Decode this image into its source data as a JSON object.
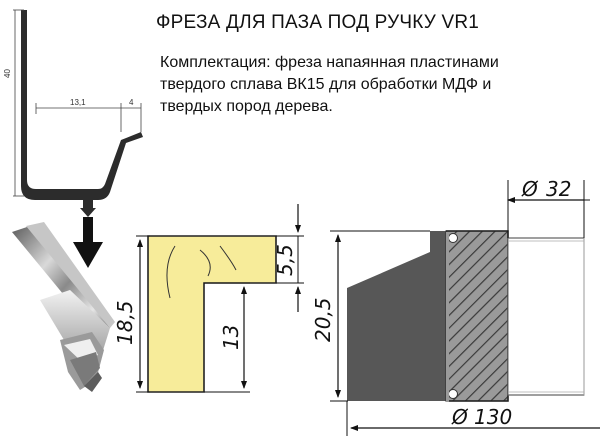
{
  "title": "ФРЕЗА ДЛЯ ПАЗА ПОД РУЧКУ VR1",
  "description": {
    "line1": "Комплектация: фреза напаянная пластинами",
    "line2": "твердого сплава ВК15 для обработки  МДФ и",
    "line3": "твердых пород дерева."
  },
  "profile_dimensions": {
    "height": "40",
    "width": "13,1",
    "lip": "4"
  },
  "insert_dimensions": {
    "total_height": "18,5",
    "top_thickness": "5,5",
    "lower_height": "13"
  },
  "cutter_dimensions": {
    "body_height": "20,5",
    "bore": "32",
    "outer_diameter": "130"
  },
  "symbols": {
    "diameter": "Ø"
  },
  "colors": {
    "insert_fill": "#f7ec9a",
    "body_dark": "#575757",
    "body_mid": "#6a6a6a",
    "line": "#111111"
  }
}
